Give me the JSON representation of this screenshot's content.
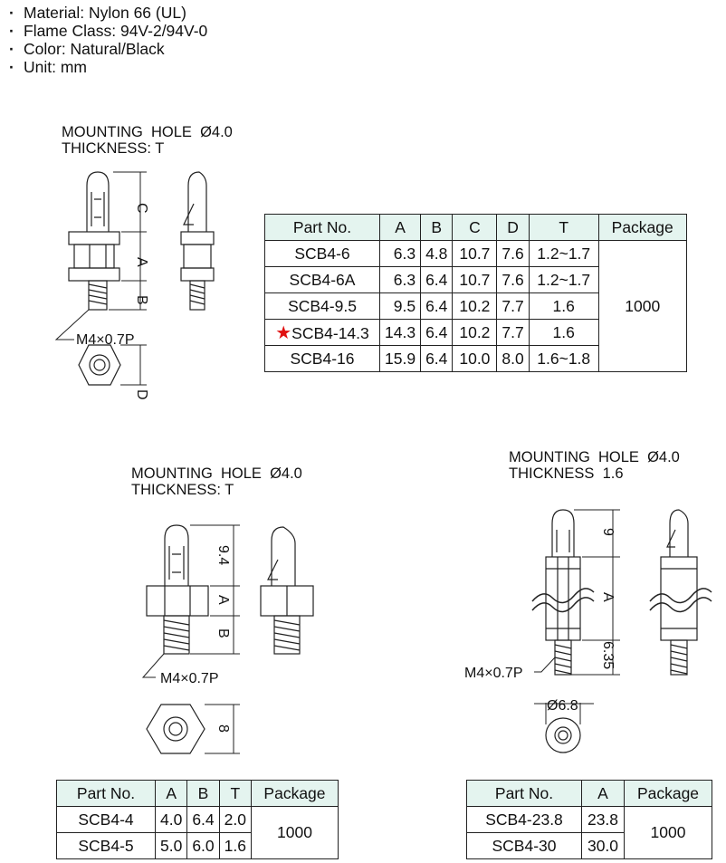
{
  "specs": [
    "Material: Nylon 66 (UL)",
    "Flame Class: 94V-2/94V-0",
    "Color: Natural/Black",
    "Unit: mm"
  ],
  "diagram1": {
    "hole": "MOUNTING  HOLE  Ø4.0",
    "thickness": "THICKNESS: T",
    "dims": {
      "c": "C",
      "a": "A",
      "b": "B",
      "d": "D"
    },
    "thread": "M4×0.7P"
  },
  "diagram2": {
    "hole": "MOUNTING  HOLE  Ø4.0",
    "thickness": "THICKNESS: T",
    "dims": {
      "top": "9.4",
      "a": "A",
      "b": "B",
      "hex": "8"
    },
    "thread": "M4×0.7P"
  },
  "diagram3": {
    "hole": "MOUNTING  HOLE  Ø4.0",
    "thickness": "THICKNESS  1.6",
    "dims": {
      "top": "9",
      "a": "A",
      "bottom": "6.35",
      "dia": "Ø6.8"
    },
    "thread": "M4×0.7P"
  },
  "table1": {
    "headers": [
      "Part No.",
      "A",
      "B",
      "C",
      "D",
      "T",
      "Package"
    ],
    "rows": [
      {
        "part": "SCB4-6",
        "a": "6.3",
        "b": "4.8",
        "c": "10.7",
        "d": "7.6",
        "t": "1.2~1.7"
      },
      {
        "part": "SCB4-6A",
        "a": "6.3",
        "b": "6.4",
        "c": "10.7",
        "d": "7.6",
        "t": "1.2~1.7"
      },
      {
        "part": "SCB4-9.5",
        "a": "9.5",
        "b": "6.4",
        "c": "10.2",
        "d": "7.7",
        "t": "1.6"
      },
      {
        "part": "SCB4-14.3",
        "a": "14.3",
        "b": "6.4",
        "c": "10.2",
        "d": "7.7",
        "t": "1.6",
        "star": "★"
      },
      {
        "part": "SCB4-16",
        "a": "15.9",
        "b": "6.4",
        "c": "10.0",
        "d": "8.0",
        "t": "1.6~1.8"
      }
    ],
    "package": "1000"
  },
  "table2": {
    "headers": [
      "Part No.",
      "A",
      "B",
      "T",
      "Package"
    ],
    "rows": [
      {
        "part": "SCB4-4",
        "a": "4.0",
        "b": "6.4",
        "t": "2.0"
      },
      {
        "part": "SCB4-5",
        "a": "5.0",
        "b": "6.0",
        "t": "1.6"
      }
    ],
    "package": "1000"
  },
  "table3": {
    "headers": [
      "Part No.",
      "A",
      "Package"
    ],
    "rows": [
      {
        "part": "SCB4-23.8",
        "a": "23.8"
      },
      {
        "part": "SCB4-30",
        "a": "30.0"
      }
    ],
    "package": "1000"
  },
  "colors": {
    "header_bg": "#e4f4ef",
    "star": "#e01010",
    "line": "#222222"
  }
}
